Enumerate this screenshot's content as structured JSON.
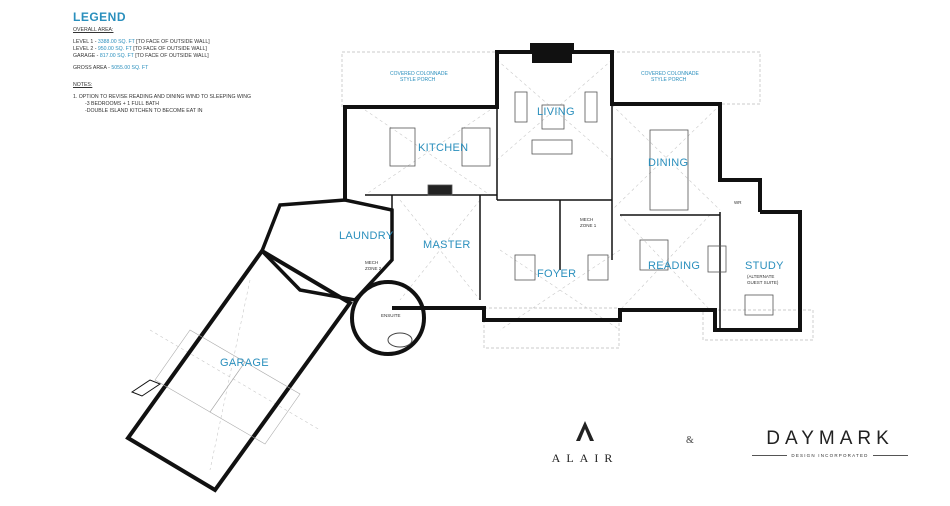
{
  "legend": {
    "title": "LEGEND",
    "overall_area_label": "OVERALL AREA:",
    "level1_label": "LEVEL 1 - ",
    "level1_value": "3388.00 SQ. FT",
    "level1_note": " [TO FACE OF OUTSIDE WALL]",
    "level2_label": "LEVEL 2 - ",
    "level2_value": "950.00 SQ. FT",
    "level2_note": " [TO FACE OF OUTSIDE WALL]",
    "garage_label": "GARAGE - ",
    "garage_value": "817.00 SQ. FT",
    "garage_note": " [TO FACE OF OUTSIDE WALL]",
    "gross_label": "GROSS AREA - ",
    "gross_value": "5055.00 SQ. FT",
    "notes_label": "NOTES:",
    "note1": "1. OPTION TO REVISE READING AND DINING WIND TO SLEEPING WING",
    "note1a": "-3 BEDROOMS + 1 FULL BATH",
    "note1b": "-DOUBLE ISLAND KITCHEN TO BECOME EAT IN"
  },
  "rooms": {
    "kitchen": "KITCHEN",
    "living": "LIVING",
    "dining": "DINING",
    "laundry": "LAUNDRY",
    "master": "MASTER",
    "foyer": "FOYER",
    "reading": "READING",
    "study": "STUDY",
    "study_sub1": "(ALTERNATE",
    "study_sub2": "GUEST SUITE)",
    "garage": "GARAGE",
    "ensuite": "ENSUITE",
    "mech_zone1_a": "MECH",
    "mech_zone1_b": "ZONE 1",
    "mech_zone2_a": "MECH",
    "mech_zone2_b": "ZONE 2",
    "wr": "WR"
  },
  "porches": {
    "left_a": "COVERED COLONNADE",
    "left_b": "STYLE PORCH",
    "right_a": "COVERED COLONNADE",
    "right_b": "STYLE PORCH"
  },
  "logos": {
    "alair": "ALAIR",
    "ampersand": "&",
    "daymark": "DAYMARK",
    "daymark_sub": "DESIGN INCORPORATED"
  }
}
